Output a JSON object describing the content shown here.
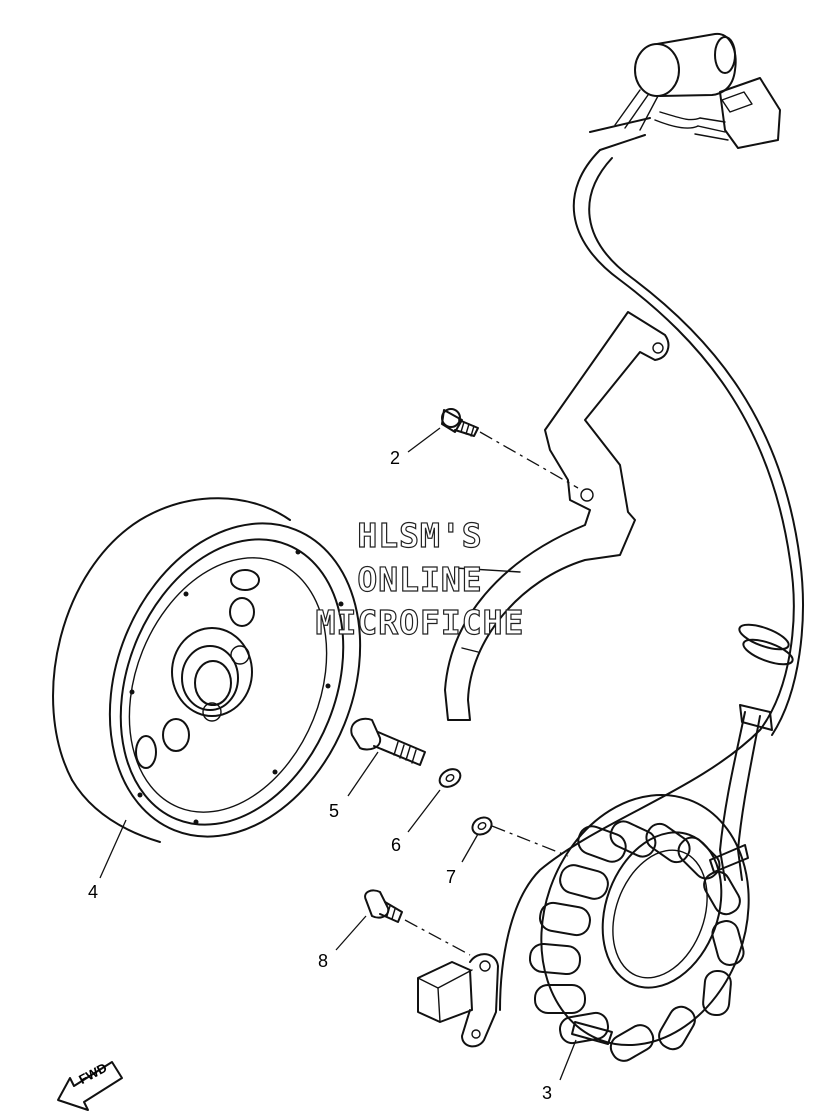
{
  "watermark": {
    "line1": "HLSM'S",
    "line2": "ONLINE",
    "line3": "MICROFICHE"
  },
  "callouts": [
    {
      "id": "2",
      "label": "2"
    },
    {
      "id": "3",
      "label": "3"
    },
    {
      "id": "4",
      "label": "4"
    },
    {
      "id": "5",
      "label": "5"
    },
    {
      "id": "6",
      "label": "6"
    },
    {
      "id": "7",
      "label": "7"
    },
    {
      "id": "8",
      "label": "8"
    }
  ],
  "direction_arrow": {
    "label": "FWD",
    "icon": "fwd-arrow-icon"
  },
  "parts": [
    {
      "ref": "2",
      "icon": "screw-icon"
    },
    {
      "ref": "3",
      "icon": "stator-assembly-icon"
    },
    {
      "ref": "4",
      "icon": "rotor-flywheel-icon"
    },
    {
      "ref": "5",
      "icon": "bolt-icon"
    },
    {
      "ref": "6",
      "icon": "washer-icon"
    },
    {
      "ref": "7",
      "icon": "washer-icon"
    },
    {
      "ref": "8",
      "icon": "screw-icon"
    }
  ]
}
